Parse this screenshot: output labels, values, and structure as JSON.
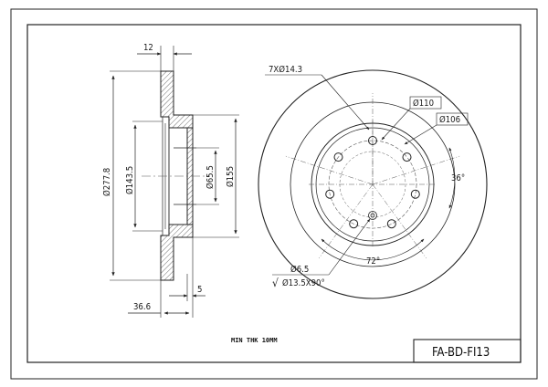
{
  "drawing": {
    "section_dims": {
      "thickness": "12",
      "outer_diameter": "Ø277.8",
      "hat_diameter": "Ø143.5",
      "center_bore": "Ø65.5",
      "hub_diameter": "Ø155",
      "overall_height": "36.6",
      "hat_depth": "5"
    },
    "face_dims": {
      "holes": "7XØ14.3",
      "pcd_outer": "Ø110",
      "pcd_inner": "Ø106",
      "angle_small": "36°",
      "angle_large": "72°",
      "small_hole": "Ø6.5",
      "countersink": "Ø13.5X90°",
      "countersink_symbol": "√"
    },
    "note": "MIN THK 10MM",
    "part_code": "FA-BD-FI13"
  }
}
